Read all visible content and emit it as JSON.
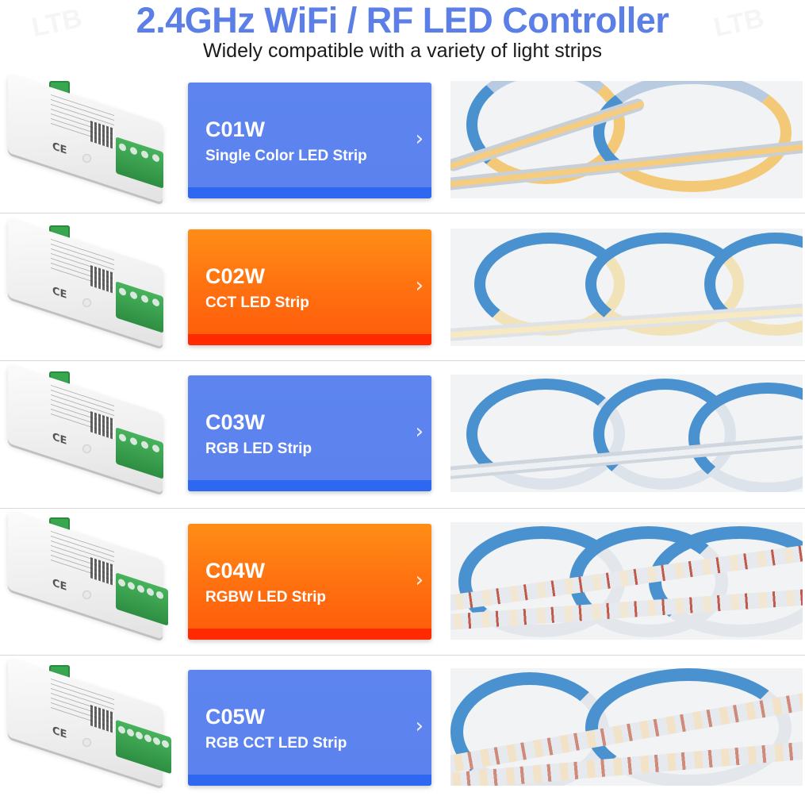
{
  "header": {
    "title": "2.4GHz WiFi / RF LED Controller",
    "subtitle": "Widely compatible with a variety of light strips",
    "title_color": "#5b7fe6"
  },
  "watermark": "LTB",
  "rows": [
    {
      "model": "C01W",
      "description": "Single Color LED Strip",
      "card_color": "blue",
      "chevron": "›",
      "strip": "single-color-cob"
    },
    {
      "model": "C02W",
      "description": "CCT LED Strip",
      "card_color": "orange",
      "chevron": "›",
      "strip": "cct-cob"
    },
    {
      "model": "C03W",
      "description": "RGB LED Strip",
      "card_color": "blue",
      "chevron": "›",
      "strip": "rgb-cob"
    },
    {
      "model": "C04W",
      "description": "RGBW LED Strip",
      "card_color": "orange",
      "chevron": "›",
      "strip": "rgbw-smd"
    },
    {
      "model": "C05W",
      "description": "RGB CCT LED Strip",
      "card_color": "blue",
      "chevron": "›",
      "strip": "rgbcct-smd"
    }
  ],
  "colors": {
    "blue_card": "#5b82ee",
    "blue_bar": "#2f68f0",
    "orange_card": "#ff7a12",
    "orange_bar": "#ff2a00",
    "terminal_green": "#39a650"
  }
}
